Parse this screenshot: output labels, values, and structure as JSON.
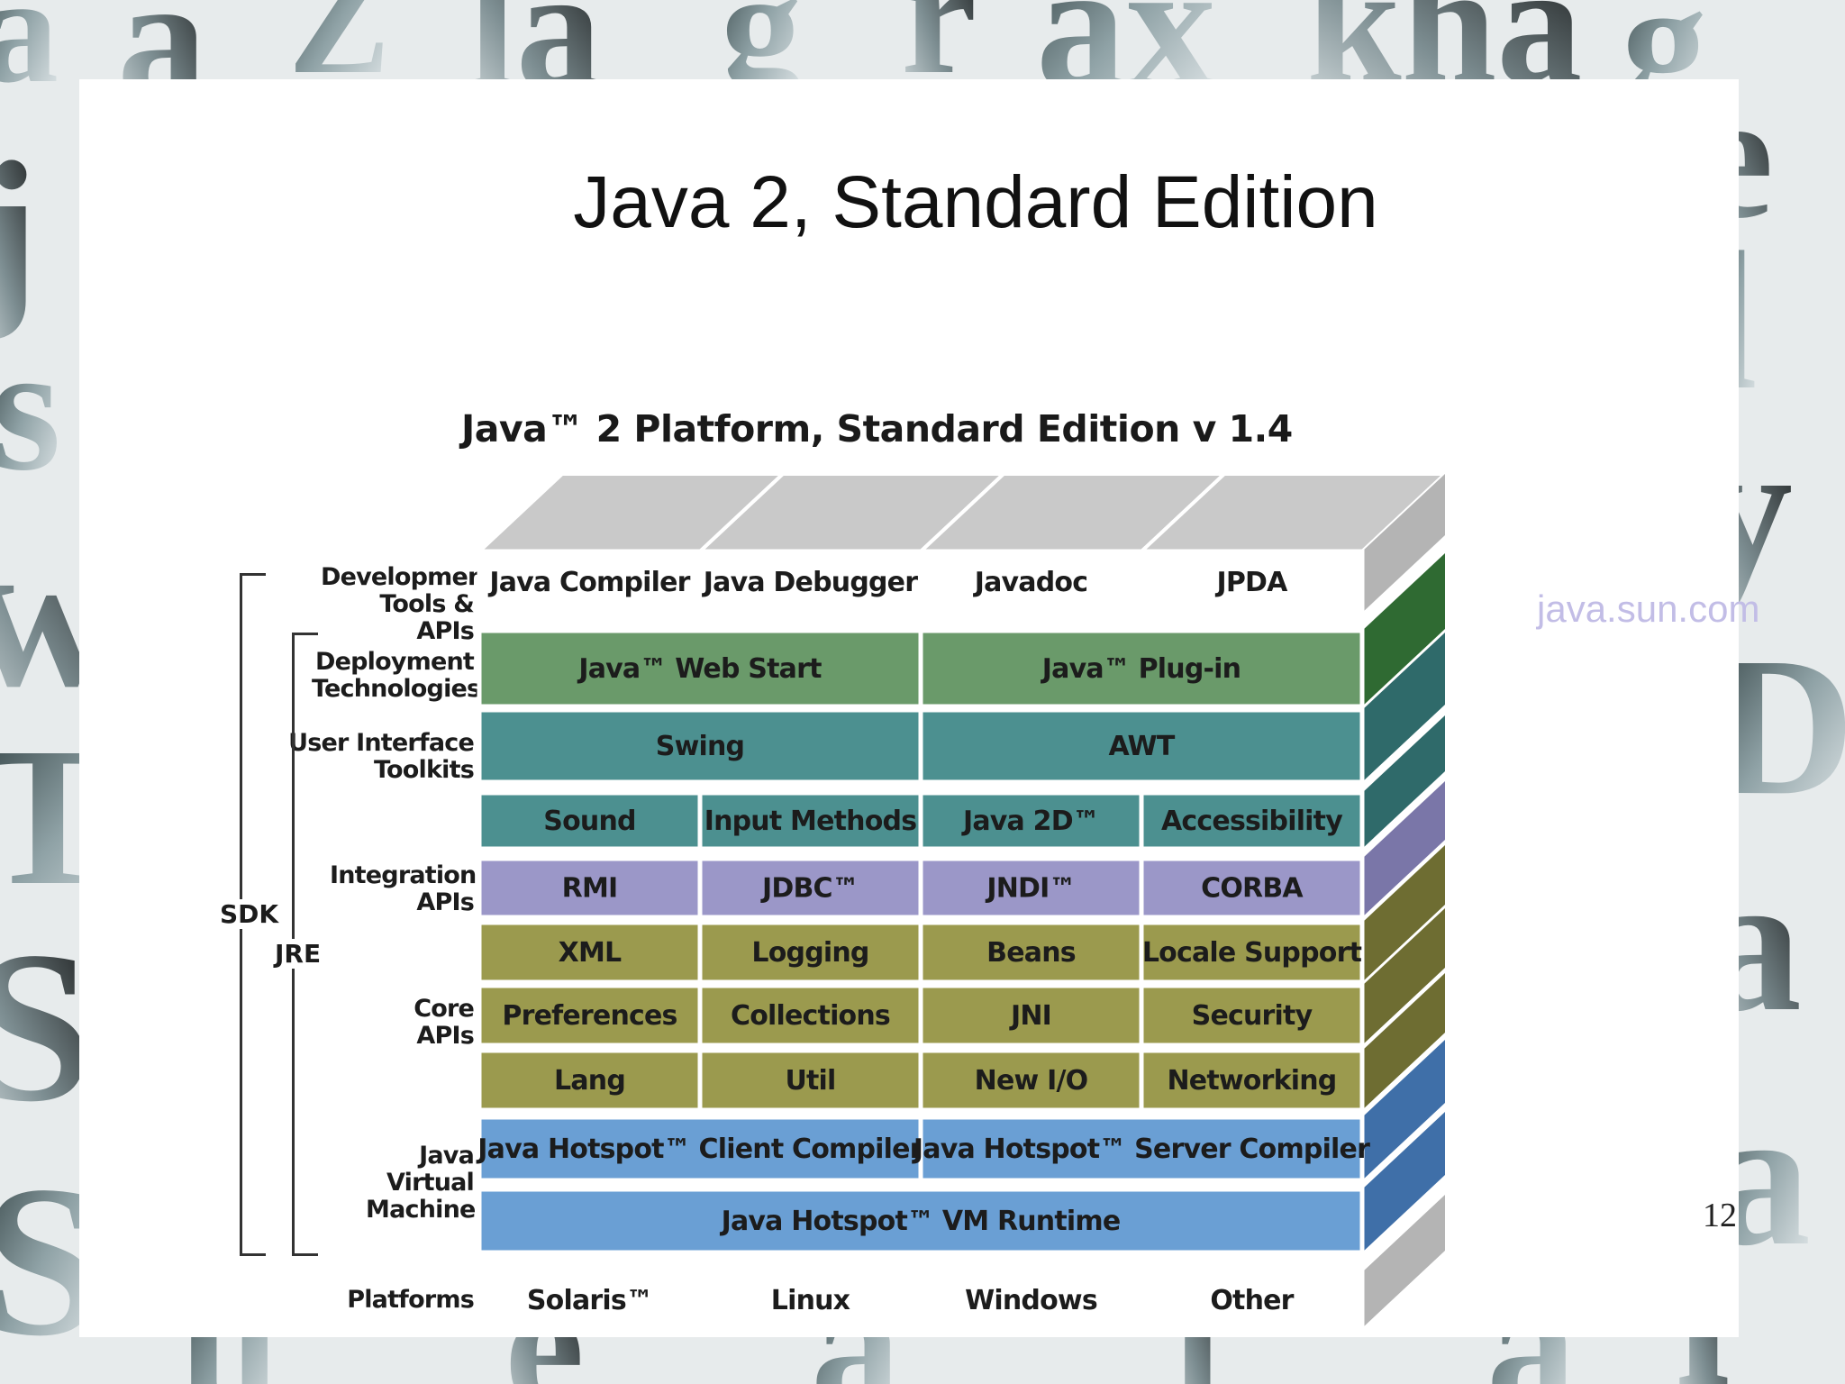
{
  "slide": {
    "title": "Java 2, Standard Edition",
    "source": "java.sun.com",
    "page_number": "12"
  },
  "diagram": {
    "title": "Java™ 2 Platform, Standard Edition v 1.4",
    "brackets": {
      "sdk": "SDK",
      "jre": "JRE"
    },
    "layer_labels": {
      "dev_tools": "Development Tools & APIs",
      "deployment": "Deployment Technologies",
      "ui_toolkits": "User Interface Toolkits",
      "integration": "Integration APIs",
      "core": "Core APIs",
      "jvm": "Java Virtual Machine",
      "platforms": "Platforms"
    },
    "rows": [
      {
        "id": "dev-tools",
        "color": "#ffffff",
        "side": "#b4b4b4",
        "top": "#c9c9c9",
        "cells": [
          "Java Compiler",
          "Java Debugger",
          "Javadoc",
          "JPDA"
        ]
      },
      {
        "id": "deployment",
        "color": "#6a9a6a",
        "side": "#2f6a32",
        "top": "#52854f",
        "cells": [
          "Java™ Web Start",
          "Java™ Plug-in"
        ]
      },
      {
        "id": "ui-toolkits-1",
        "color": "#4c9090",
        "side": "#2f6a6a",
        "top": "#3f7f7f",
        "cells": [
          "Swing",
          "AWT"
        ]
      },
      {
        "id": "ui-toolkits-2",
        "color": "#4c9090",
        "side": "#2f6a6a",
        "top": "#3f7f7f",
        "cells": [
          "Sound",
          "Input Methods",
          "Java 2D™",
          "Accessibility"
        ]
      },
      {
        "id": "integration",
        "color": "#9b97c8",
        "side": "#7a76a8",
        "top": "#8a86b8",
        "cells": [
          "RMI",
          "JDBC™",
          "JNDI™",
          "CORBA"
        ]
      },
      {
        "id": "core-1",
        "color": "#9b9a4e",
        "side": "#6e6d32",
        "top": "#85843f",
        "cells": [
          "XML",
          "Logging",
          "Beans",
          "Locale Support"
        ]
      },
      {
        "id": "core-2",
        "color": "#9b9a4e",
        "side": "#6e6d32",
        "top": "#85843f",
        "cells": [
          "Preferences",
          "Collections",
          "JNI",
          "Security"
        ]
      },
      {
        "id": "core-3",
        "color": "#9b9a4e",
        "side": "#6e6d32",
        "top": "#85843f",
        "cells": [
          "Lang",
          "Util",
          "New I/O",
          "Networking"
        ]
      },
      {
        "id": "jvm-1",
        "color": "#6a9fd4",
        "side": "#3f6fa8",
        "top": "#5689c0",
        "cells": [
          "Java Hotspot™ Client Compiler",
          "Java Hotspot™ Server Compiler"
        ]
      },
      {
        "id": "jvm-2",
        "color": "#6a9fd4",
        "side": "#3f6fa8",
        "top": "#5689c0",
        "cells": [
          "Java Hotspot™ VM Runtime"
        ]
      },
      {
        "id": "platforms",
        "color": "#ffffff",
        "side": "#b4b4b4",
        "top": "#c9c9c9",
        "cells": [
          "Solaris™",
          "Linux",
          "Windows",
          "Other"
        ]
      }
    ]
  }
}
